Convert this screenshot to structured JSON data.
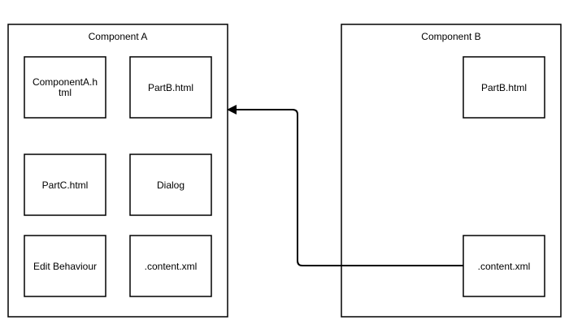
{
  "diagram": {
    "containers": [
      {
        "id": "component-a",
        "title": "Component A",
        "boxes": [
          {
            "id": "component-a-html",
            "lines": [
              "ComponentA.h",
              "tml"
            ]
          },
          {
            "id": "partb-html-a",
            "lines": [
              "PartB.html"
            ]
          },
          {
            "id": "partc-html",
            "lines": [
              "PartC.html"
            ]
          },
          {
            "id": "dialog",
            "lines": [
              "Dialog"
            ]
          },
          {
            "id": "edit-behaviour",
            "lines": [
              "Edit Behaviour"
            ]
          },
          {
            "id": "content-xml-a",
            "lines": [
              ".content.xml"
            ]
          }
        ]
      },
      {
        "id": "component-b",
        "title": "Component B",
        "boxes": [
          {
            "id": "partb-html-b",
            "lines": [
              "PartB.html"
            ]
          },
          {
            "id": "content-xml-b",
            "lines": [
              ".content.xml"
            ]
          }
        ]
      }
    ],
    "connectors": [
      {
        "from": "content-xml-b",
        "to": "component-a",
        "arrow": "end"
      }
    ],
    "style": {
      "stroke": "#000000",
      "fill": "#ffffff",
      "text": "#000000"
    }
  }
}
